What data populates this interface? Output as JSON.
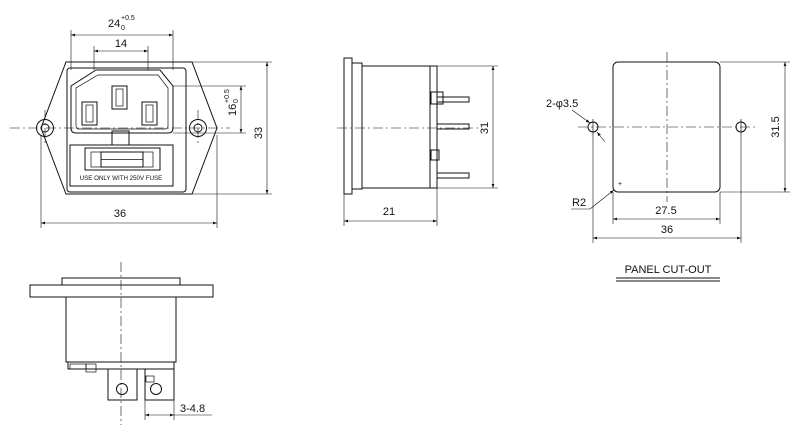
{
  "front_view": {
    "dim_width_top": "24",
    "dim_width_top_tol_upper": "+0.5",
    "dim_width_top_tol_lower": "0",
    "dim_inner": "14",
    "dim_height_right": "16",
    "dim_height_right_tol_upper": "+0.5",
    "dim_height_right_tol_lower": "0",
    "dim_total_height": "33",
    "dim_total_width": "36",
    "fuse_label": "USE ONLY WITH 250V FUSE"
  },
  "side_view": {
    "dim_height": "31",
    "dim_depth": "21"
  },
  "panel_cutout": {
    "dim_holes": "2-φ3.5",
    "dim_height": "31.5",
    "dim_radius": "R2",
    "dim_inner_width": "27.5",
    "dim_total_width": "36",
    "title": "PANEL CUT-OUT"
  },
  "bottom_view": {
    "dim_terminal": "3-4.8"
  }
}
